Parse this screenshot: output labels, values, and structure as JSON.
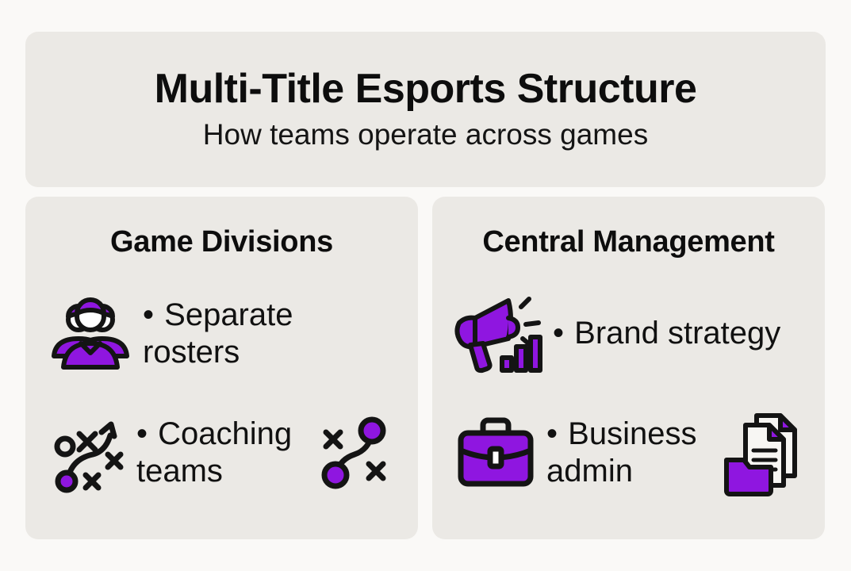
{
  "colors": {
    "page_background": "#faf9f7",
    "card_background": "#ebe9e5",
    "accent_purple": "#8f16e0",
    "text": "#0d0d0d",
    "outline": "#141414"
  },
  "header": {
    "title": "Multi-Title Esports Structure",
    "subtitle": "How teams operate across games"
  },
  "cards": [
    {
      "title": "Game Divisions",
      "rows": [
        {
          "bullet": "•",
          "text": "Separate rosters",
          "leading_icon": "people-group-icon",
          "trailing_icon": null
        },
        {
          "bullet": "•",
          "text": "Coaching teams",
          "leading_icon": "strategy-playbook-icon",
          "trailing_icon": "connected-nodes-icon"
        }
      ]
    },
    {
      "title": "Central Management",
      "rows": [
        {
          "bullet": "•",
          "text": "Brand strategy",
          "leading_icon": "megaphone-bar-chart-icon",
          "trailing_icon": null
        },
        {
          "bullet": "•",
          "text": "Business admin",
          "leading_icon": "briefcase-icon",
          "trailing_icon": "documents-folder-icon"
        }
      ]
    }
  ]
}
